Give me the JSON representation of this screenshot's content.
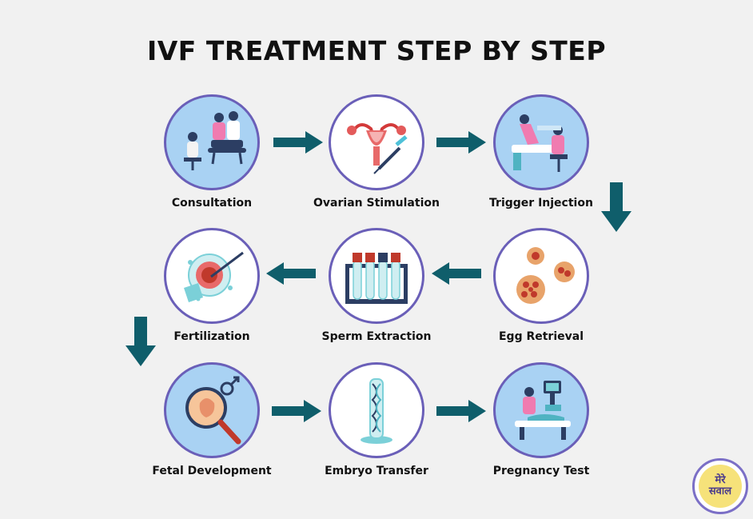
{
  "title": "IVF TREATMENT STEP BY STEP",
  "colors": {
    "circle_border": "#6a5fb8",
    "circle_blue": "#a9d2f3",
    "arrow": "#0f5e6b",
    "background": "#f1f1f1"
  },
  "steps": [
    {
      "label": "Consultation",
      "icon": "consultation-icon"
    },
    {
      "label": "Ovarian Stimulation",
      "icon": "uterus-syringe-icon"
    },
    {
      "label": "Trigger Injection",
      "icon": "clinic-chair-icon"
    },
    {
      "label": "Egg Retrieval",
      "icon": "eggs-icon"
    },
    {
      "label": "Sperm Extraction",
      "icon": "test-tubes-icon"
    },
    {
      "label": "Fertilization",
      "icon": "micro-injection-icon"
    },
    {
      "label": "Fetal Development",
      "icon": "magnifier-fetus-icon"
    },
    {
      "label": "Embryo Transfer",
      "icon": "dna-tube-icon"
    },
    {
      "label": "Pregnancy Test",
      "icon": "ultrasound-icon"
    }
  ],
  "logo": {
    "line1": "मेरे",
    "line2": "सवाल"
  }
}
